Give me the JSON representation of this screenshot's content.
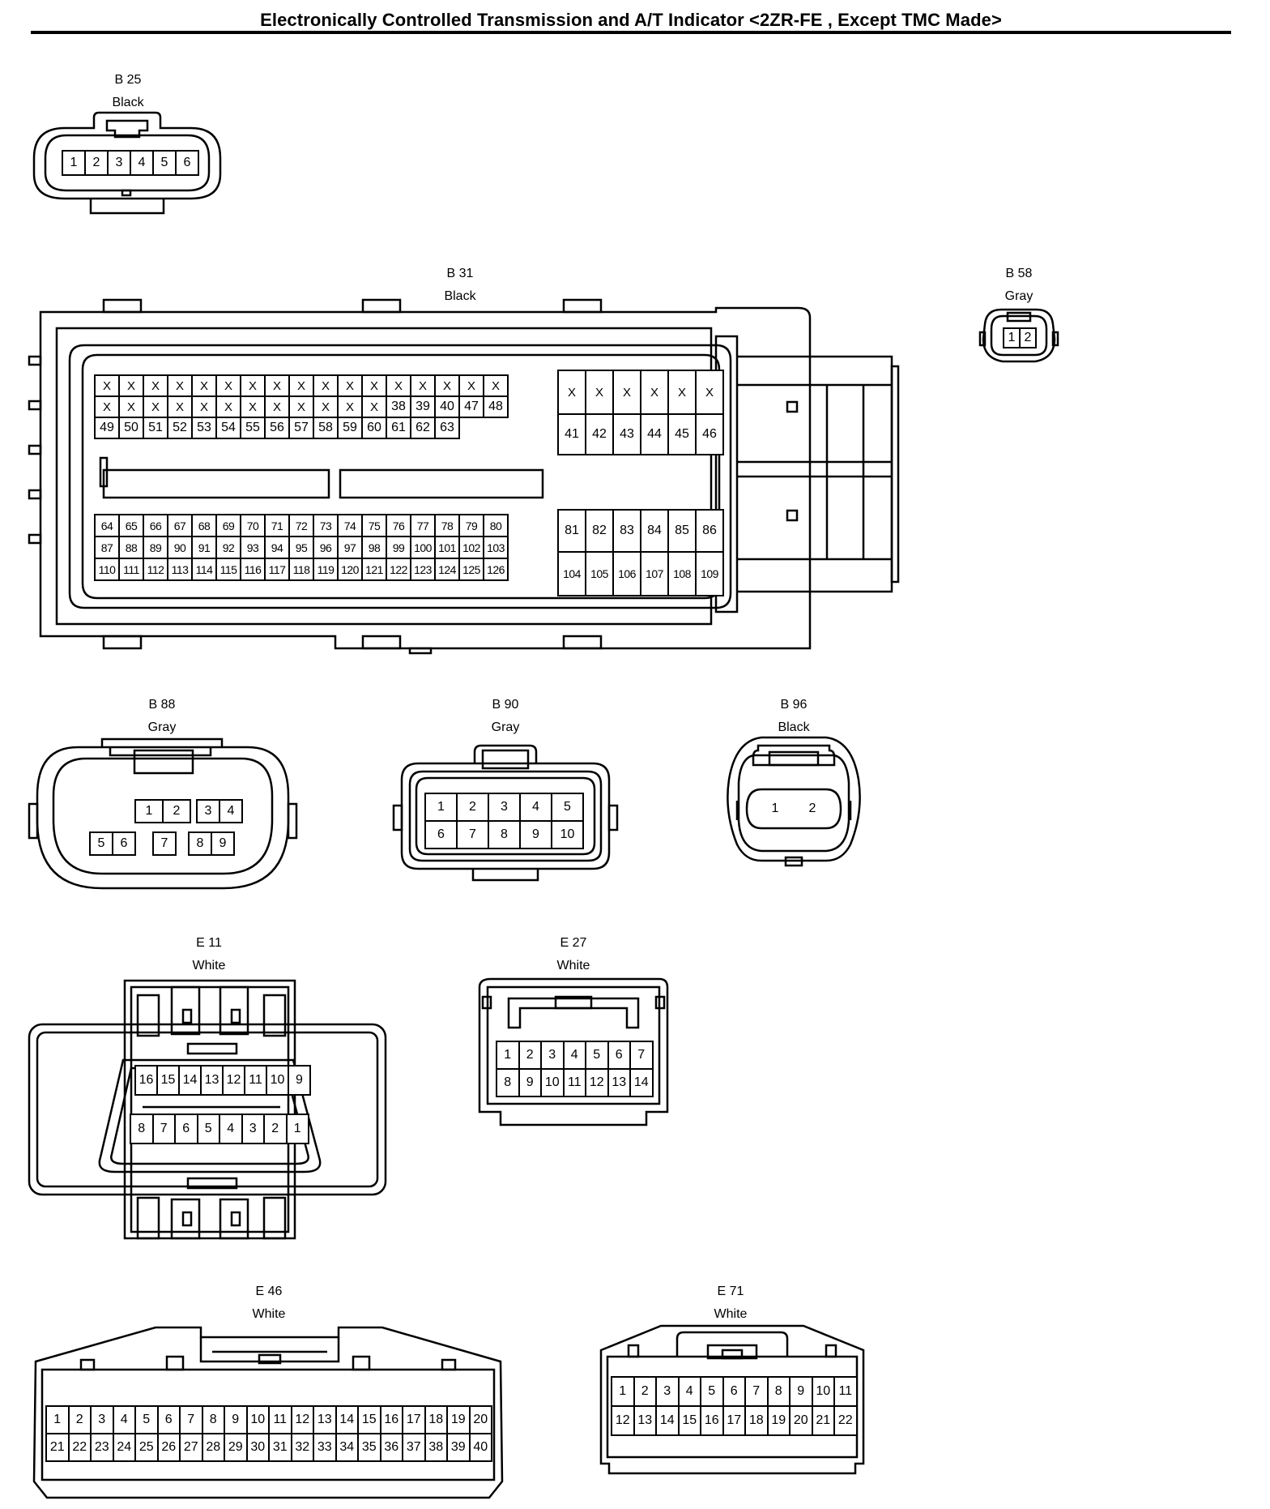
{
  "title": "Electronically Controlled Transmission and A/T Indicator <2ZR-FE , Except TMC Made>",
  "connectors": {
    "b25": {
      "code": "B 25",
      "color": "Black",
      "pins": [
        "1",
        "2",
        "3",
        "4",
        "5",
        "6"
      ]
    },
    "b31": {
      "code": "B 31",
      "color": "Black",
      "upper_left": [
        "X",
        "X",
        "X",
        "X",
        "X",
        "X",
        "X",
        "X",
        "X",
        "X",
        "X",
        "X",
        "X",
        "X",
        "X",
        "X",
        "X",
        "X",
        "X",
        "X",
        "X",
        "X",
        "X",
        "X",
        "X",
        "X",
        "X",
        "X",
        "X",
        "38",
        "39",
        "40",
        "47",
        "48",
        "49",
        "50",
        "51",
        "52",
        "53",
        "54",
        "55",
        "56",
        "57",
        "58",
        "59",
        "60",
        "61",
        "62",
        "63"
      ],
      "upper_right": [
        "X",
        "X",
        "X",
        "X",
        "X",
        "X",
        "41",
        "42",
        "43",
        "44",
        "45",
        "46"
      ],
      "lower_left": [
        "64",
        "65",
        "66",
        "67",
        "68",
        "69",
        "70",
        "71",
        "72",
        "73",
        "74",
        "75",
        "76",
        "77",
        "78",
        "79",
        "80",
        "87",
        "88",
        "89",
        "90",
        "91",
        "92",
        "93",
        "94",
        "95",
        "96",
        "97",
        "98",
        "99",
        "100",
        "101",
        "102",
        "103",
        "110",
        "111",
        "112",
        "113",
        "114",
        "115",
        "116",
        "117",
        "118",
        "119",
        "120",
        "121",
        "122",
        "123",
        "124",
        "125",
        "126"
      ],
      "lower_right": [
        "81",
        "82",
        "83",
        "84",
        "85",
        "86",
        "104",
        "105",
        "106",
        "107",
        "108",
        "109"
      ]
    },
    "b58": {
      "code": "B 58",
      "color": "Gray",
      "pins": [
        "1",
        "2"
      ]
    },
    "b88": {
      "code": "B 88",
      "color": "Gray",
      "pins": [
        "1",
        "2",
        "3",
        "4",
        "5",
        "6",
        "7",
        "8",
        "9"
      ]
    },
    "b90": {
      "code": "B 90",
      "color": "Gray",
      "pins": [
        "1",
        "2",
        "3",
        "4",
        "5",
        "6",
        "7",
        "8",
        "9",
        "10"
      ]
    },
    "b96": {
      "code": "B 96",
      "color": "Black",
      "pins": [
        "1",
        "2"
      ]
    },
    "e11": {
      "code": "E 11",
      "color": "White",
      "pins": [
        "16",
        "15",
        "14",
        "13",
        "12",
        "11",
        "10",
        "9",
        "8",
        "7",
        "6",
        "5",
        "4",
        "3",
        "2",
        "1"
      ]
    },
    "e27": {
      "code": "E 27",
      "color": "White",
      "pins": [
        "1",
        "2",
        "3",
        "4",
        "5",
        "6",
        "7",
        "8",
        "9",
        "10",
        "11",
        "12",
        "13",
        "14"
      ]
    },
    "e46": {
      "code": "E 46",
      "color": "White",
      "pins": [
        "1",
        "2",
        "3",
        "4",
        "5",
        "6",
        "7",
        "8",
        "9",
        "10",
        "11",
        "12",
        "13",
        "14",
        "15",
        "16",
        "17",
        "18",
        "19",
        "20",
        "21",
        "22",
        "23",
        "24",
        "25",
        "26",
        "27",
        "28",
        "29",
        "30",
        "31",
        "32",
        "33",
        "34",
        "35",
        "36",
        "37",
        "38",
        "39",
        "40"
      ]
    },
    "e71": {
      "code": "E 71",
      "color": "White",
      "pins": [
        "1",
        "2",
        "3",
        "4",
        "5",
        "6",
        "7",
        "8",
        "9",
        "10",
        "11",
        "12",
        "13",
        "14",
        "15",
        "16",
        "17",
        "18",
        "19",
        "20",
        "21",
        "22"
      ]
    }
  }
}
